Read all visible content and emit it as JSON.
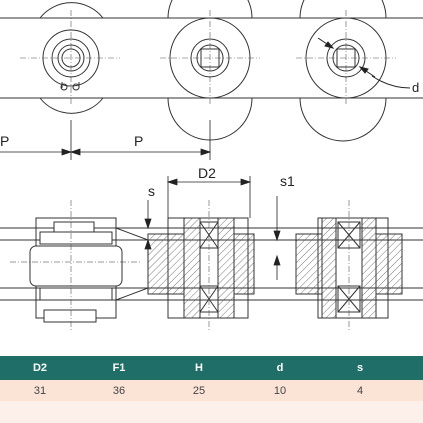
{
  "drawing": {
    "labels": {
      "pitch_left": "P",
      "pitch_main": "P",
      "d2": "D2",
      "s": "s",
      "s1": "s1",
      "d": "d"
    }
  },
  "table": {
    "headers": [
      "D2",
      "F1",
      "H",
      "d",
      "s"
    ],
    "rows": [
      [
        "31",
        "36",
        "25",
        "10",
        "4"
      ]
    ]
  }
}
